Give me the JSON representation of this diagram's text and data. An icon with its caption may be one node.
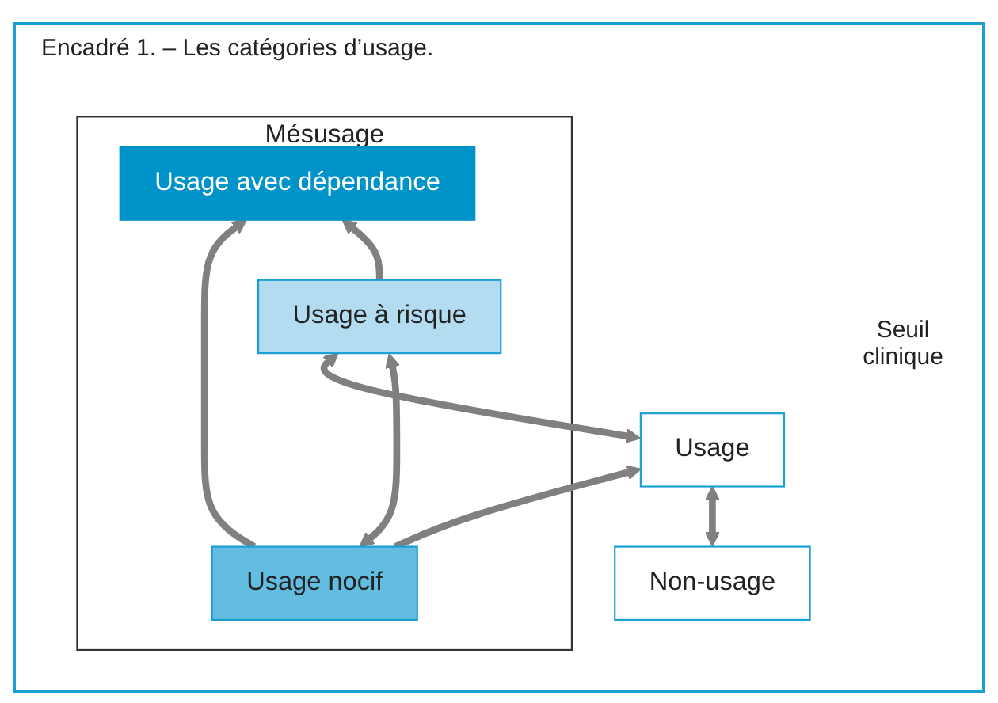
{
  "diagram": {
    "title": "Encadré 1. – Les catégories d’usage.",
    "nodes": [
      {
        "text": [
          "Mésusage"
        ]
      },
      {
        "text": [
          "Usage avec dépendance"
        ],
        "in": 0
      },
      {
        "text": [
          "Usage nocif"
        ],
        "in": 0
      },
      {
        "text": [
          "Usage à risque"
        ],
        "in": 0
      },
      {
        "text": [
          "Usage"
        ]
      },
      {
        "text": [
          "Non-usage"
        ]
      }
    ],
    "edges": [
      {
        "from": 2,
        "to": 1,
        "arrow": "to"
      },
      {
        "from": 3,
        "to": 2,
        "arrow": "both"
      },
      {
        "from": 3,
        "to": 1,
        "arrow": "to"
      },
      {
        "from": 2,
        "to": 4,
        "arrow": "to"
      },
      {
        "from": 4,
        "to": 3,
        "arrow": "both"
      },
      {
        "from": 5,
        "to": 4,
        "arrow": "both"
      }
    ],
    "labels": [
      "Seuil clinique"
    ]
  }
}
